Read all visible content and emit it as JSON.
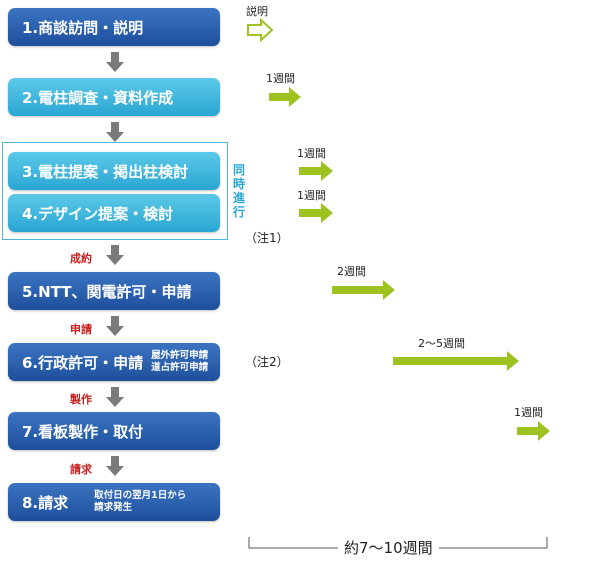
{
  "steps": [
    {
      "label": "1.商談訪問・説明"
    },
    {
      "label": "2.電柱調査・資料作成"
    },
    {
      "label": "3.電柱提案・掲出柱検討"
    },
    {
      "label": "4.デザイン提案・検討"
    },
    {
      "label": "5.NTT、関電許可・申請"
    },
    {
      "label": "6.行政許可・申請",
      "sub": [
        "屋外許可申請",
        "道占許可申請"
      ]
    },
    {
      "label": "7.看板製作・取付"
    },
    {
      "label": "8.請求",
      "sub": [
        "取付日の翌月1日から",
        "請求発生"
      ]
    }
  ],
  "concurrent_label": "同時進行",
  "between_labels": {
    "contract": "成約",
    "apply": "申請",
    "make": "製作",
    "bill": "請求"
  },
  "durations": {
    "step1": "説明",
    "step2": "1週間",
    "step3": "1週間",
    "step4": "1週間",
    "step5": "2週間",
    "step6": "2〜5週間",
    "step7": "1週間"
  },
  "notes": {
    "note1": "（注1）",
    "note2": "（注2）"
  },
  "total": "約7〜10週間",
  "colors": {
    "dark_step": "#1e4f9c",
    "light_step": "#2aa6d3",
    "duration_arrow": "#9ec320",
    "label_red": "#c81e1e",
    "connector": "#7a7a7a"
  }
}
